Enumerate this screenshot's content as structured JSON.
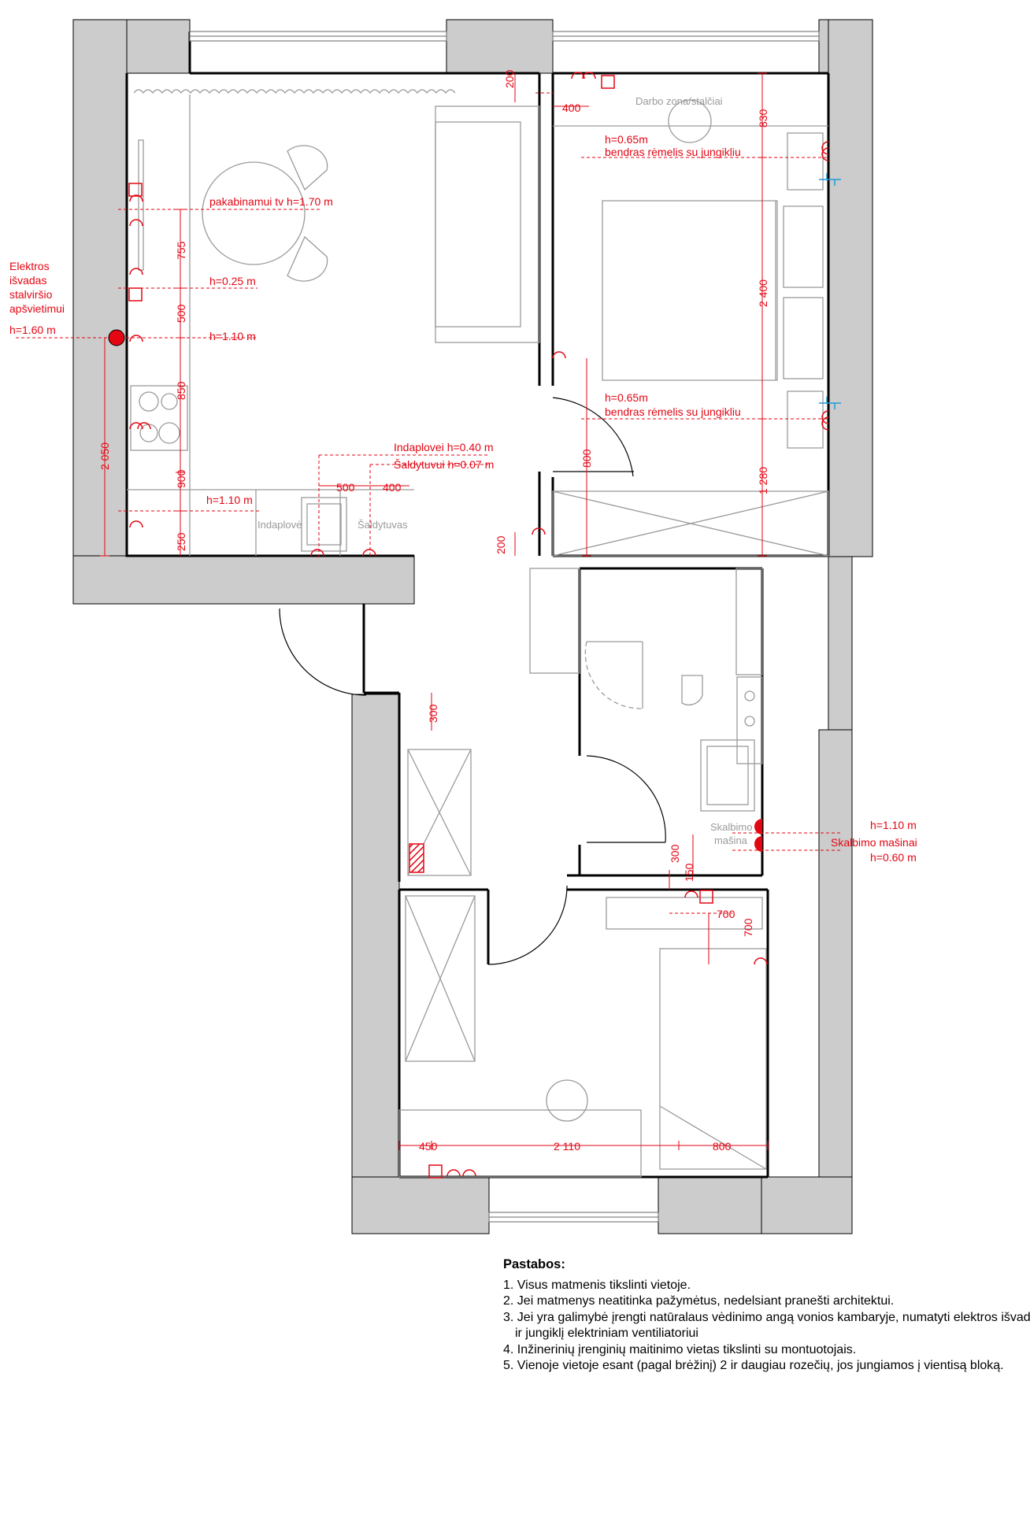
{
  "colors": {
    "wall": "#cccccc",
    "wall_line": "#000000",
    "annotation": "#e30613",
    "furniture": "#9a9a9a",
    "water": "#1e9bd7"
  },
  "labels": {
    "darbo_zona": "Darbo zona/stalčiai",
    "indaplove": "Indaplovė",
    "saldytuvas": "Šaldytuvas",
    "skalbimo_1": "Skalbimo",
    "skalbimo_2": "mašina"
  },
  "annotations": {
    "elektros_1": "Elektros",
    "elektros_2": "išvadas",
    "elektros_3": "stalviršio",
    "elektros_4": "apšvietimui",
    "elektros_5": "h=1.60 m",
    "tv": "pakabinamui tv h=1.70 m",
    "h025": "h=0.25 m",
    "h110_a": "h=1.10 m",
    "h110_b": "h=1.10 m",
    "indaplovei": "Indaplovei h=0.40 m",
    "saldytuvui": "Šaldytuvui h=0.07 m",
    "bed_top_1": "h=0.65m",
    "bed_top_2": "bendras rėmelis su jungikliu",
    "bed_bot_1": "h=0.65m",
    "bed_bot_2": "bendras rėmelis su jungikliu",
    "wash_1": "h=1.10 m",
    "wash_2": "Skalbimo mašinai",
    "wash_3": "h=0.60 m"
  },
  "dimensions": {
    "d200_top": "200",
    "d400_top": "400",
    "d830": "830",
    "d2400": "2 400",
    "d1280": "1 280",
    "d800_v": "800",
    "d200_bot": "200",
    "d755": "755",
    "d500_v": "500",
    "d850": "850",
    "d2050": "2 050",
    "d900": "900",
    "d250": "250",
    "d500_h": "500",
    "d400_h": "400",
    "d300_a": "300",
    "d300_b": "300",
    "d150": "150",
    "d700_h": "700",
    "d700_v": "700",
    "d450": "450",
    "d2110": "2 110",
    "d800_h": "800"
  },
  "notes": {
    "title": "Pastabos:",
    "items": [
      "1. Visus matmenis tikslinti vietoje.",
      "2. Jei matmenys neatitinka pažymėtus, nedelsiant pranešti architektui.",
      "3. Jei yra galimybė įrengti natūralaus vėdinimo angą vonios kambaryje, numatyti elektros išvadą",
      "ir jungiklį elektriniam ventiliatoriui",
      "4. Inžinerinių įrenginių maitinimo vietas tikslinti su montuotojais.",
      "5. Vienoje vietoje esant (pagal brėžinį) 2 ir daugiau rozečių, jos jungiamos į vientisą bloką."
    ]
  }
}
